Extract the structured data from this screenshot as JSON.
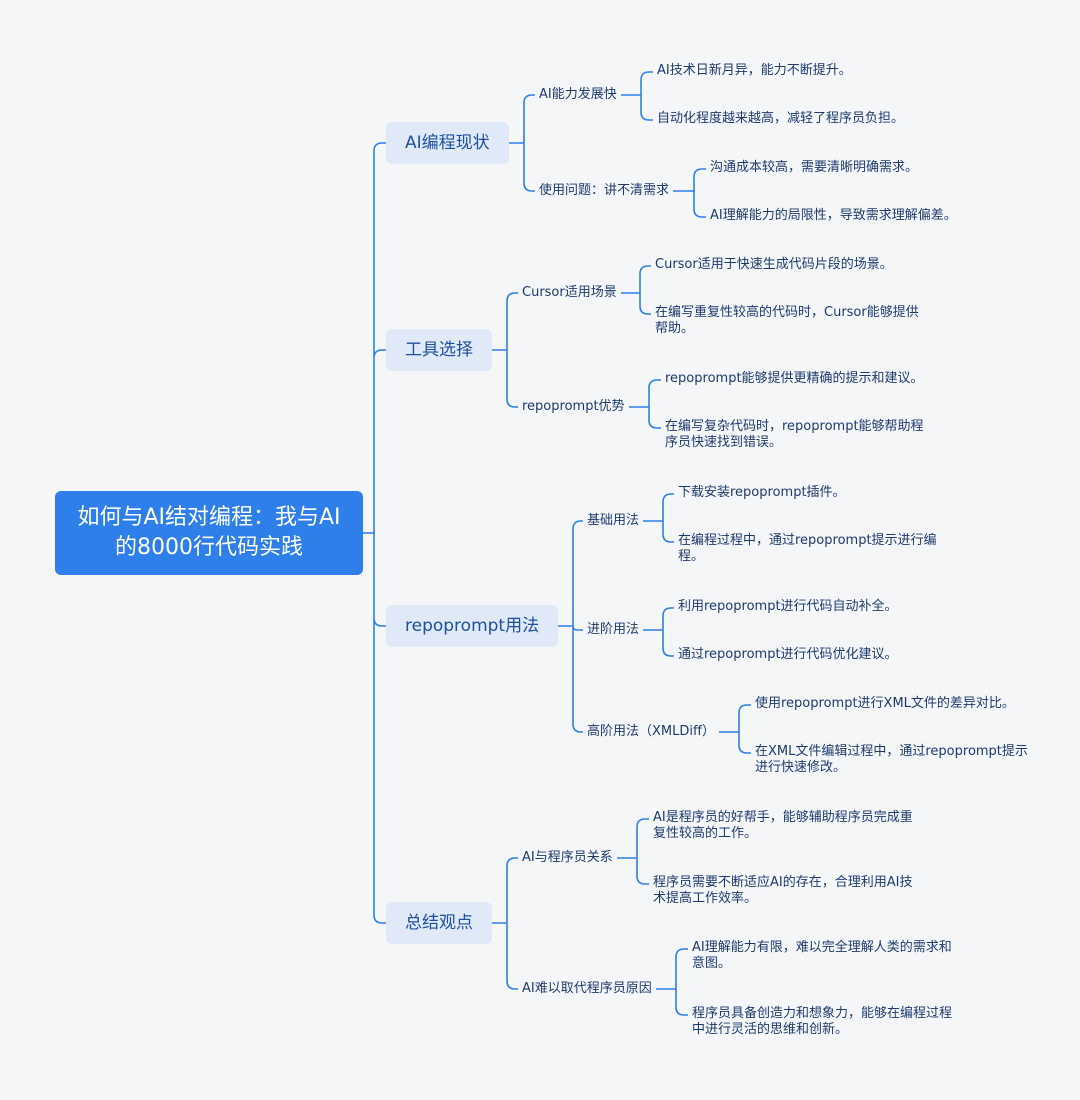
{
  "root": {
    "label": "如何与AI结对编程：我与AI的8000行代码实践"
  },
  "branches": [
    {
      "label": "AI编程现状",
      "children": [
        {
          "label": "AI能力发展快",
          "leaves": [
            "AI技术日新月异，能力不断提升。",
            "自动化程度越来越高，减轻了程序员负担。"
          ]
        },
        {
          "label": "使用问题：讲不清需求",
          "leaves": [
            "沟通成本较高，需要清晰明确需求。",
            "AI理解能力的局限性，导致需求理解偏差。"
          ]
        }
      ]
    },
    {
      "label": "工具选择",
      "children": [
        {
          "label": "Cursor适用场景",
          "leaves": [
            "Cursor适用于快速生成代码片段的场景。",
            "在编写重复性较高的代码时，Cursor能够提供帮助。"
          ]
        },
        {
          "label": "repoprompt优势",
          "leaves": [
            "repoprompt能够提供更精确的提示和建议。",
            "在编写复杂代码时，repoprompt能够帮助程序员快速找到错误。"
          ]
        }
      ]
    },
    {
      "label": "repoprompt用法",
      "children": [
        {
          "label": "基础用法",
          "leaves": [
            "下载安装repoprompt插件。",
            "在编程过程中，通过repoprompt提示进行编程。"
          ]
        },
        {
          "label": "进阶用法",
          "leaves": [
            "利用repoprompt进行代码自动补全。",
            "通过repoprompt进行代码优化建议。"
          ]
        },
        {
          "label": "高阶用法（XMLDiff）",
          "leaves": [
            "使用repoprompt进行XML文件的差异对比。",
            "在XML文件编辑过程中，通过repoprompt提示进行快速修改。"
          ]
        }
      ]
    },
    {
      "label": "总结观点",
      "children": [
        {
          "label": "AI与程序员关系",
          "leaves": [
            "AI是程序员的好帮手，能够辅助程序员完成重复性较高的工作。",
            "程序员需要不断适应AI的存在，合理利用AI技术提高工作效率。"
          ]
        },
        {
          "label": "AI难以取代程序员原因",
          "leaves": [
            "AI理解能力有限，难以完全理解人类的需求和意图。",
            "程序员具备创造力和想象力，能够在编程过程中进行灵活的思维和创新。"
          ]
        }
      ]
    }
  ],
  "colors": {
    "line": "#2f7fea",
    "root_bg": "#2f7fea",
    "branch_bg": "#dfe9f8",
    "text": "#1d3a6e"
  }
}
